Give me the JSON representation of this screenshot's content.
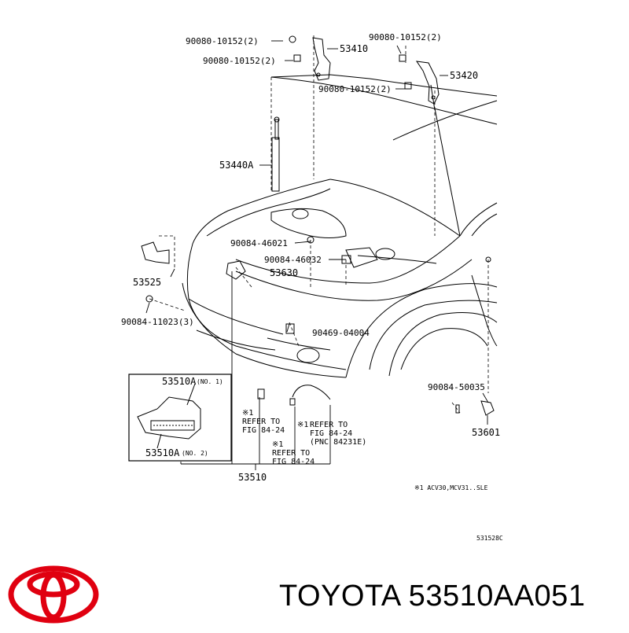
{
  "labels": {
    "p1": "90080-10152(2)",
    "p2": "90080-10152(2)",
    "p3": "90080-10152(2)",
    "p4": "90080-10152(2)",
    "hinge_left": "53410",
    "hinge_right": "53420",
    "support_rod": "53440A",
    "bolt_a": "90084-46021",
    "bolt_b": "90084-46032",
    "lock_control": "53630",
    "latch_assy": "53525",
    "screw_a": "90084-11023(3)",
    "clamp": "90469-04004",
    "screw_b": "90084-50035",
    "lever": "53601",
    "hood_lock": "53510",
    "sub1": "53510A",
    "sub1_no": "(NO. 1)",
    "sub2": "53510A",
    "sub2_no": "(NO. 2)"
  },
  "notes": {
    "n1_mark": "※1",
    "n1_l1": "REFER TO",
    "n1_l2": "FIG 84-24",
    "n2_mark": "※1",
    "n2_l1": "REFER TO",
    "n2_l2": "FIG 84-24",
    "n3_mark": "※1",
    "n3_l1": "REFER TO",
    "n3_l2": "FIG 84-24",
    "n3_l3": "(PNC 84231E)",
    "footnote": "※1 ACV30,MCV31..SLE",
    "diagram_code": "531528C"
  },
  "brand": {
    "caption": "TOYOTA 53510AA051",
    "logo_icon": "toyota-logo",
    "logo_color": "#e00010"
  }
}
